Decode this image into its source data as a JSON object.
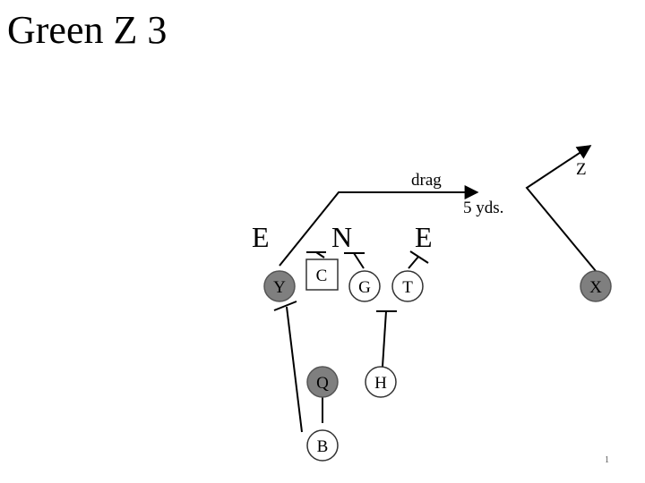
{
  "slide": {
    "title": "Green Z 3",
    "page_number": "1"
  },
  "play": {
    "labels": {
      "route_drag": "drag",
      "route_depth": "5 yds.",
      "route_z": "Z"
    },
    "defenders": [
      {
        "id": "end-left",
        "label": "E"
      },
      {
        "id": "nose",
        "label": "N"
      },
      {
        "id": "end-right",
        "label": "E"
      }
    ],
    "offense": [
      {
        "id": "Y",
        "label": "Y",
        "shade": "dark"
      },
      {
        "id": "C",
        "label": "C",
        "shade": "square"
      },
      {
        "id": "G",
        "label": "G",
        "shade": "light"
      },
      {
        "id": "T",
        "label": "T",
        "shade": "light"
      },
      {
        "id": "X",
        "label": "X",
        "shade": "dark"
      },
      {
        "id": "Q",
        "label": "Q",
        "shade": "dark"
      },
      {
        "id": "H",
        "label": "H",
        "shade": "light"
      },
      {
        "id": "B",
        "label": "B",
        "shade": "light"
      }
    ],
    "colors": {
      "dark_player": "#7f7f7f",
      "light_player": "#ffffff",
      "line": "#000000"
    }
  }
}
